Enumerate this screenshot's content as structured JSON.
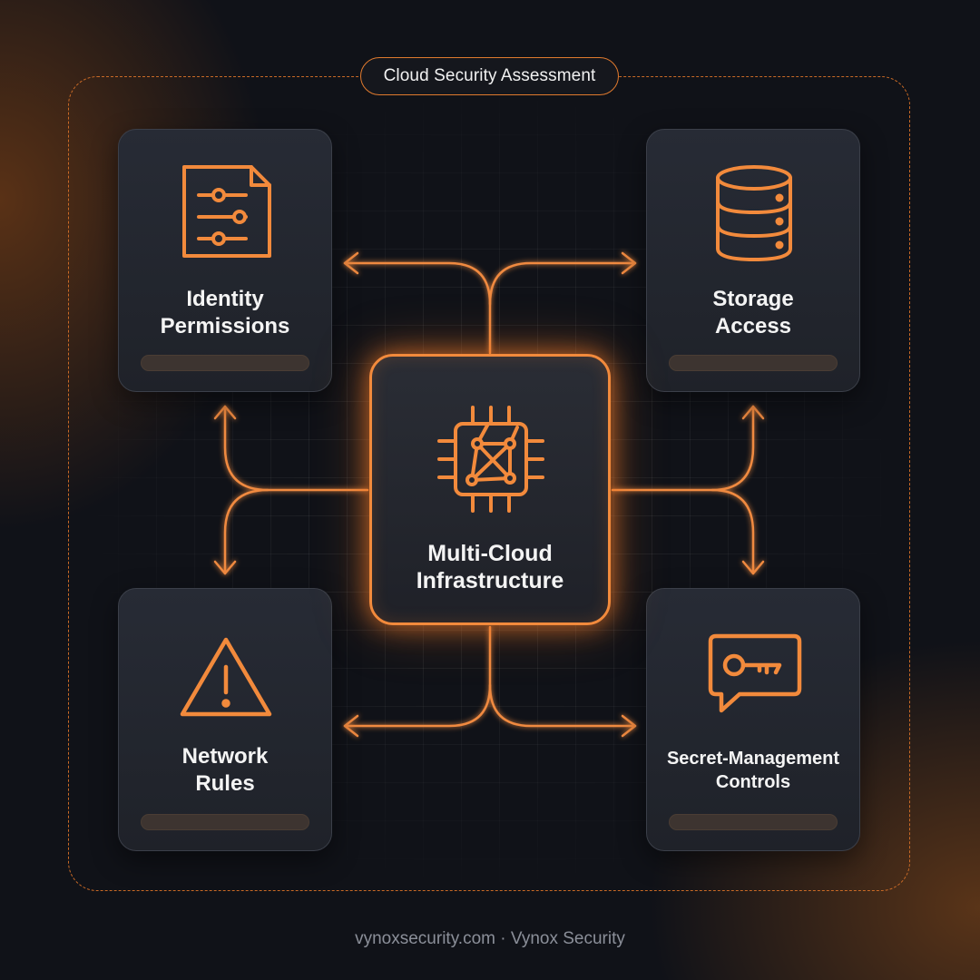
{
  "frame": {
    "title": "Cloud Security Assessment"
  },
  "center": {
    "label": "Multi-Cloud\nInfrastructure",
    "icon": "chip-network-icon"
  },
  "cards": {
    "identity": {
      "label": "Identity\nPermissions",
      "icon": "document-sliders-icon"
    },
    "storage": {
      "label": "Storage\nAccess",
      "icon": "database-icon"
    },
    "network": {
      "label": "Network\nRules",
      "icon": "warning-triangle-icon"
    },
    "secrets": {
      "label": "Secret-Management\nControls",
      "icon": "key-message-icon"
    }
  },
  "footer": {
    "text": "vynoxsecurity.com · Vynox Security"
  },
  "colors": {
    "accent": "#f28a3c",
    "background": "#101218",
    "card": "#252831"
  }
}
